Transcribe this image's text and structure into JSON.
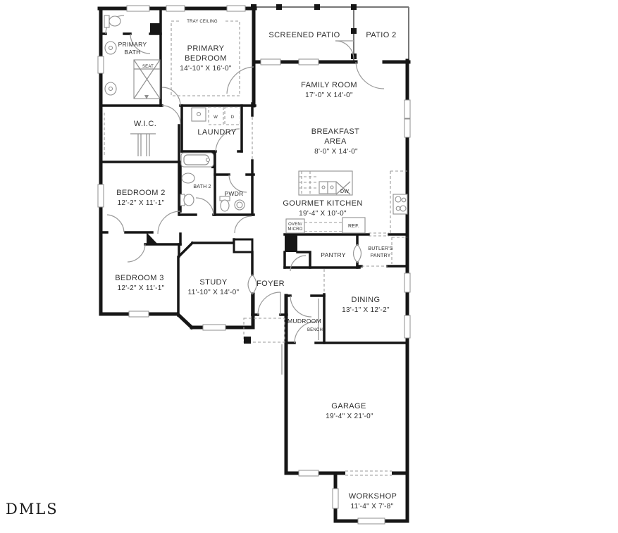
{
  "watermark": "DMLS",
  "rooms": {
    "primary_bath": {
      "line1": "PRIMARY",
      "line2": "BATH"
    },
    "primary_bedroom": {
      "line1": "PRIMARY",
      "line2": "BEDROOM",
      "dim": "14'-10\" X 16'-0\"",
      "ceiling_note": "TRAY CEILING"
    },
    "screened_patio": {
      "line1": "SCREENED PATIO"
    },
    "patio2": {
      "line1": "PATIO 2"
    },
    "family_room": {
      "line1": "FAMILY ROOM",
      "dim": "17'-0\" X 14'-0\""
    },
    "wic": {
      "line1": "W.I.C."
    },
    "laundry": {
      "line1": "LAUNDRY"
    },
    "breakfast": {
      "line1": "BREAKFAST",
      "line2": "AREA",
      "dim": "8'-0\" X 14'-0\""
    },
    "bedroom2": {
      "line1": "BEDROOM 2",
      "dim": "12'-2\" X 11'-1\""
    },
    "bath2": {
      "line1": "BATH 2"
    },
    "powder": {
      "line1": "PWDR"
    },
    "kitchen": {
      "line1": "GOURMET KITCHEN",
      "dim": "19'-4\" X 10'-0\""
    },
    "pantry": {
      "line1": "PANTRY"
    },
    "butlers_pantry": {
      "line1": "BUTLER'S",
      "line2": "PANTRY"
    },
    "bedroom3": {
      "line1": "BEDROOM 3",
      "dim": "12'-2\" X 11'-1\""
    },
    "study": {
      "line1": "STUDY",
      "dim": "11'-10\" X 14'-0\""
    },
    "foyer": {
      "line1": "FOYER"
    },
    "mudroom": {
      "line1": "MUDROOM",
      "bench": "BENCH"
    },
    "dining": {
      "line1": "DINING",
      "dim": "13'-1\" X 12'-2\""
    },
    "garage": {
      "line1": "GARAGE",
      "dim": "19'-4\" X 21'-0\""
    },
    "workshop": {
      "line1": "WORKSHOP",
      "dim": "11'-4\" X 7'-8\""
    }
  },
  "fixtures": {
    "washer": "W",
    "dryer": "D",
    "dishwasher": "DW",
    "refrigerator": "REF.",
    "oven_micro_1": "OVEN/",
    "oven_micro_2": "MICRO",
    "shower_seat": "SEAT"
  },
  "colors": {
    "wall": "#161616",
    "fixture_gray": "#8f8f8f",
    "text": "#2e2e2e"
  }
}
